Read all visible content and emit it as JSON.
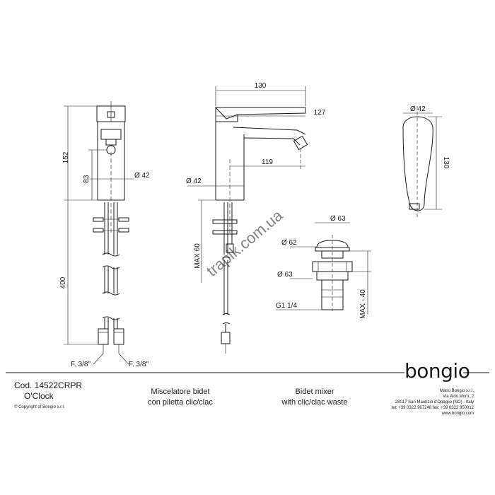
{
  "dimensions": {
    "height_152": "152",
    "height_83": "83",
    "dia_42_front": "Ø 42",
    "height_400": "400",
    "conn_left": "F. 3/8\"",
    "conn_right": "F. 3/8\"",
    "length_130": "130",
    "reach_127": "127",
    "reach_119": "119",
    "dia_42_side": "Ø 42",
    "max_60": "MAX 60",
    "dia_42_top": "Ø 42",
    "length_130_top": "130",
    "waste_63_top": "Ø 63",
    "waste_62": "Ø 62",
    "waste_63_low": "Ø 63",
    "thread": "G1 1/4",
    "max_40": "MAX - 40"
  },
  "watermark": "trapik.com.ua",
  "title_block": {
    "code": "Cod. 14522CRPR",
    "name": "O'Clock",
    "copyright": "© Copyright of Bongio s.r.l.",
    "desc_it_1": "Miscelatore bidet",
    "desc_it_2": "con piletta clic/clac",
    "desc_en_1": "Bidet mixer",
    "desc_en_2": "with clic/clac waste",
    "logo": "bongio",
    "company": "Mario Bongio s.r.l.",
    "address_1": "Via Aldo Moro, 2",
    "address_2": "28017 San Maurizio d'Opaglio (NO) - Italy",
    "phone": "tel: +39 0322 967248    fax: +39 0322 950012",
    "web": "www.bongio.com"
  }
}
